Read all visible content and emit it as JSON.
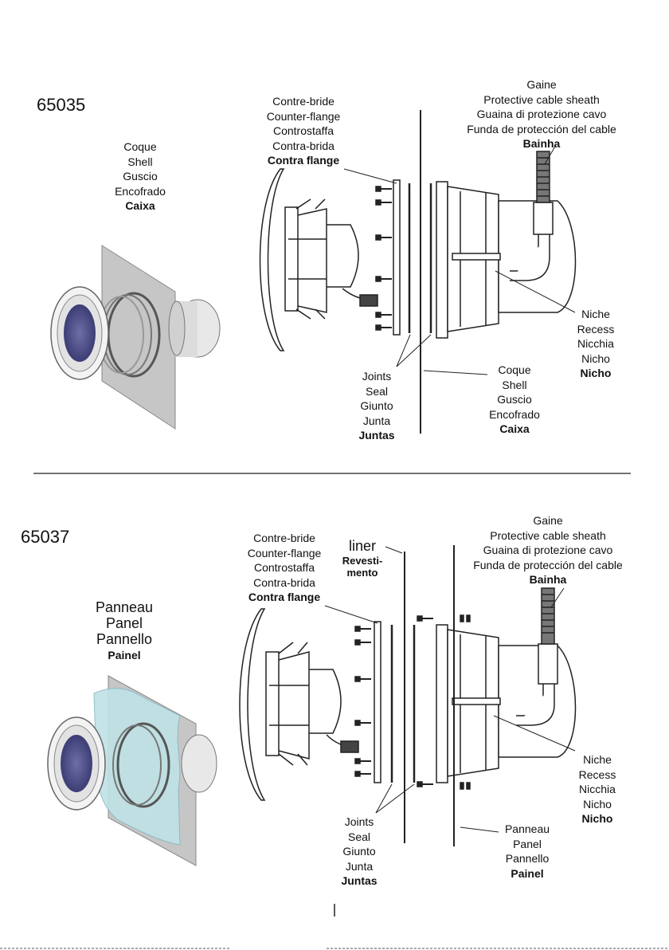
{
  "section1": {
    "model": "65035",
    "shell_left": [
      "Coque",
      "Shell",
      "Guscio",
      "Encofrado",
      "Caixa"
    ],
    "counter_flange": [
      "Contre-bride",
      "Counter-flange",
      "Controstaffa",
      "Contra-brida",
      "Contra flange"
    ],
    "cable_sheath": [
      "Gaine",
      "Protective cable sheath",
      "Guaina di protezione cavo",
      "Funda de protección del cable",
      "Bainha"
    ],
    "niche": [
      "Niche",
      "Recess",
      "Nicchia",
      "Nicho",
      "Nicho"
    ],
    "joints": [
      "Joints",
      "Seal",
      "Giunto",
      "Junta",
      "Juntas"
    ],
    "shell_right": [
      "Coque",
      "Shell",
      "Guscio",
      "Encofrado",
      "Caixa"
    ]
  },
  "section2": {
    "model": "65037",
    "panel_left": [
      "Panneau",
      "Panel",
      "Pannello",
      "Painel"
    ],
    "counter_flange": [
      "Contre-bride",
      "Counter-flange",
      "Controstaffa",
      "Contra-brida",
      "Contra flange"
    ],
    "liner": [
      "liner",
      "Revesti-",
      "mento"
    ],
    "cable_sheath": [
      "Gaine",
      "Protective cable sheath",
      "Guaina di protezione cavo",
      "Funda de protección del cable",
      "Bainha"
    ],
    "niche": [
      "Niche",
      "Recess",
      "Nicchia",
      "Nicho",
      "Nicho"
    ],
    "joints": [
      "Joints",
      "Seal",
      "Giunto",
      "Junta",
      "Juntas"
    ],
    "panel_right": [
      "Panneau",
      "Panel",
      "Pannello",
      "Painel"
    ]
  }
}
